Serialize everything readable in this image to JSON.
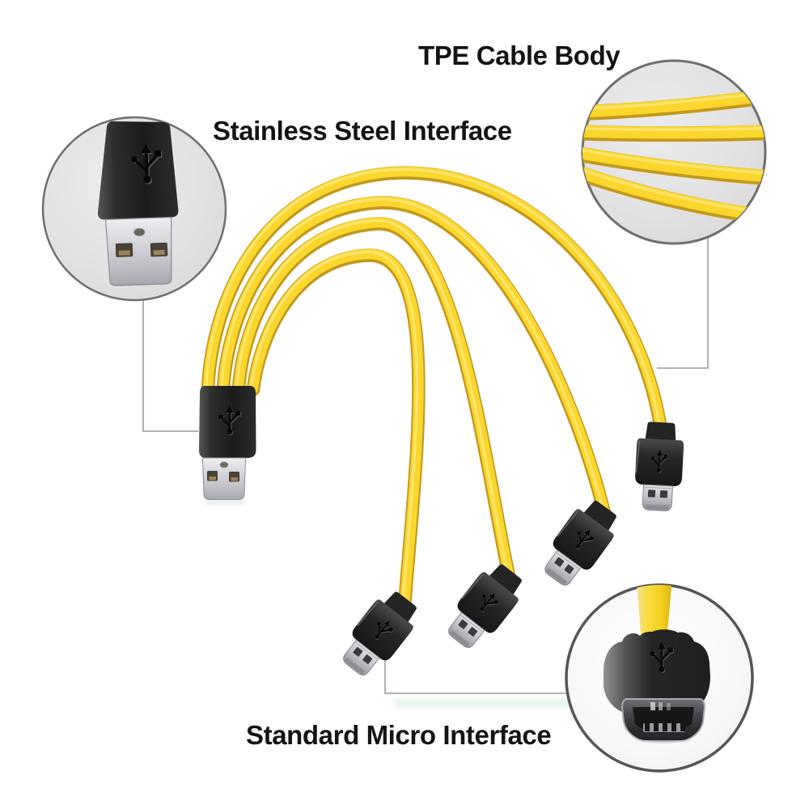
{
  "page": {
    "type": "product callout diagram",
    "subject": "4-in-1 USB-A to Micro-USB charging cable with yellow TPE cables",
    "background": "#FFFFFF"
  },
  "labels": {
    "tpe_cable_body": "TPE Cable Body",
    "stainless_steel_interface": "Stainless Steel Interface",
    "standard_micro_interface": "Standard Micro Interface"
  },
  "connectors": {
    "usb_a_count": 1,
    "micro_usb_count": 4
  },
  "colors": {
    "cable_yellow": "#FBD72E",
    "cable_yellow_edge": "#C2991B",
    "cable_yellow_shine": "#FFF1A3",
    "connector_black": "#242424",
    "metal_silver": "#C6C6CC",
    "callout_line": "#9A9A9A",
    "circle_border": "#6F6F6F",
    "text_color": "#141414"
  }
}
